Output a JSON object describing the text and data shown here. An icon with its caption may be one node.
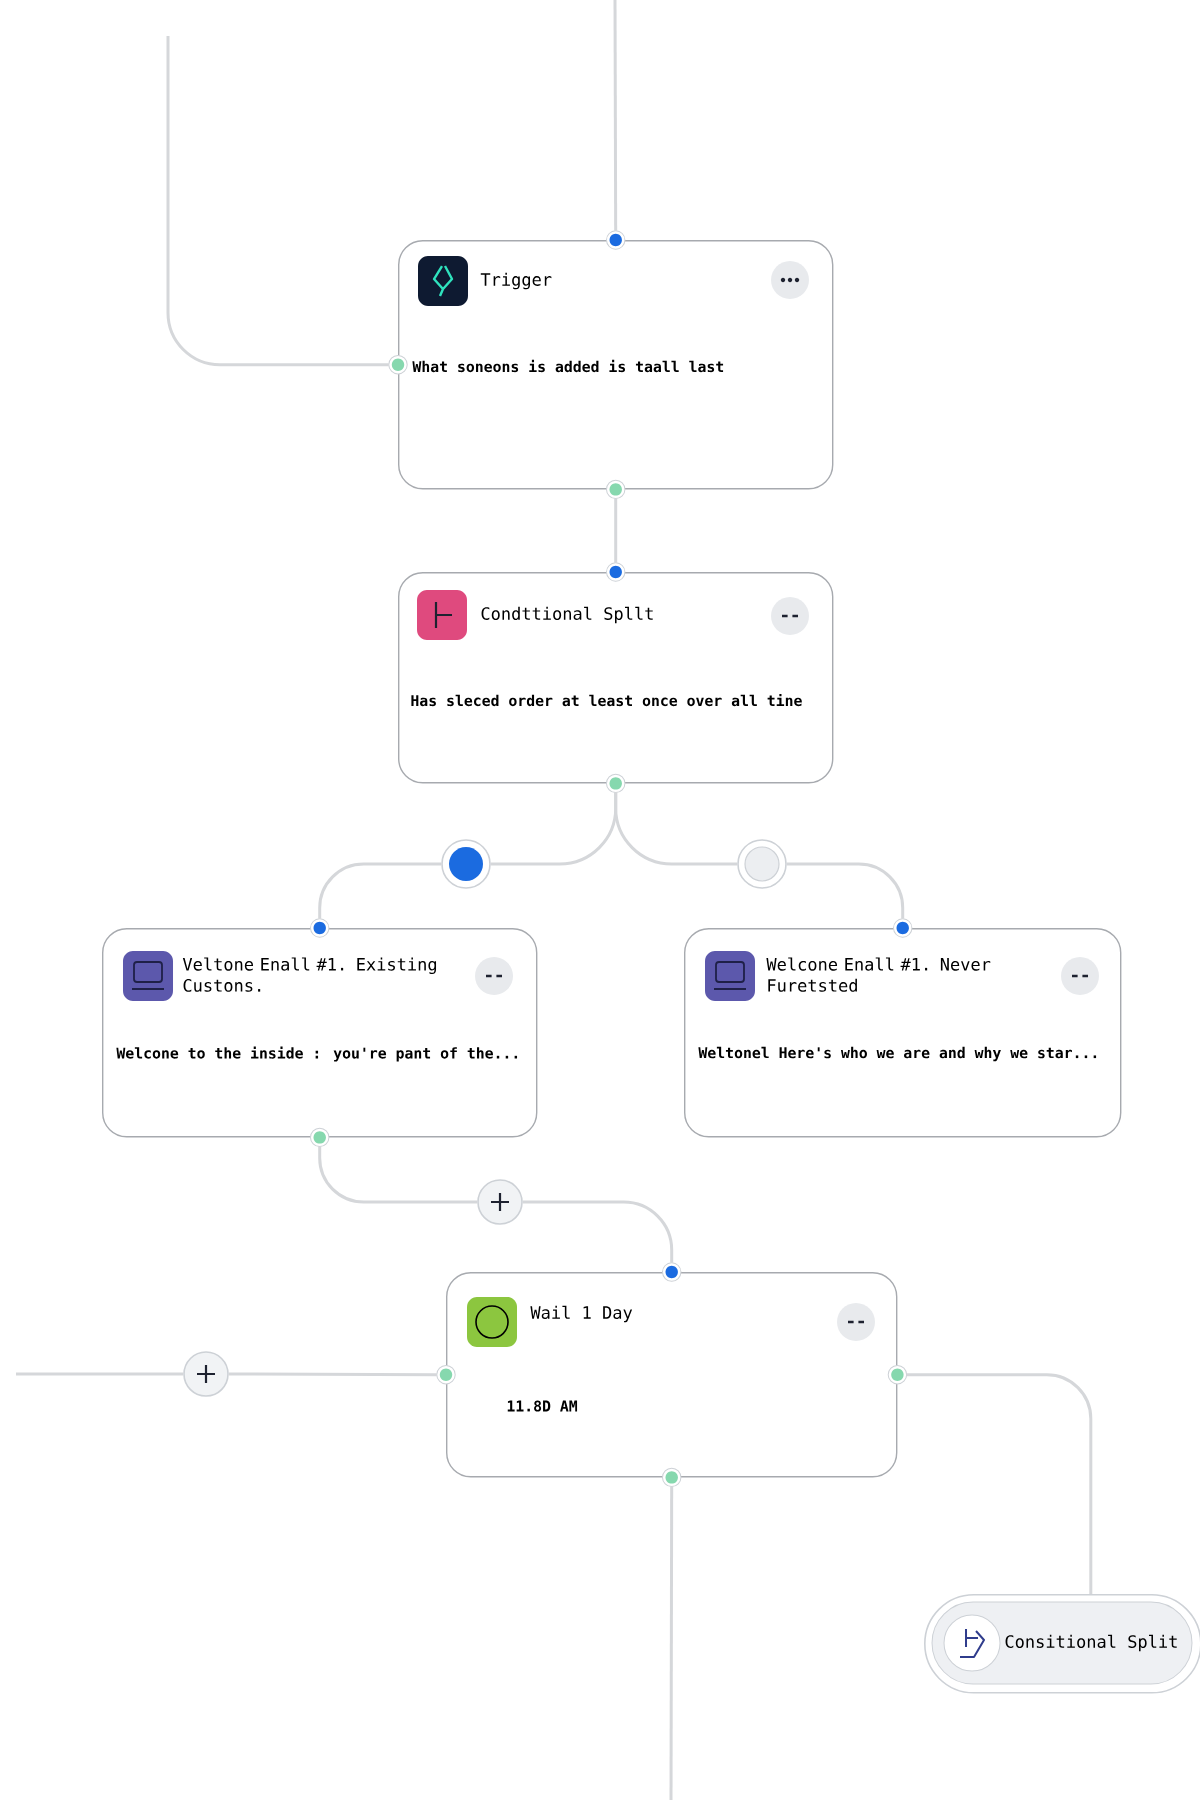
{
  "diagram": {
    "nodes": [
      {
        "text": [
          "Trigger",
          "What soneons is added is taall last"
        ]
      },
      {
        "text": [
          "Condttional Spllt",
          "Has sleced order at least once over all tine"
        ]
      },
      {
        "text": [],
        "shape": "circle"
      },
      {
        "text": [],
        "shape": "circle"
      },
      {
        "text": [
          "Veltone Enall #1. Existing Custons.",
          "Welcone to the inside : you're pant of the..."
        ]
      },
      {
        "text": [
          "Welcone Enall #1. Never Furetsted",
          "Weltonel Here's who we are and why we star..."
        ]
      },
      {
        "text": [],
        "shape": "circle"
      },
      {
        "text": [
          "Wail 1 Day",
          "11.8D AM"
        ]
      },
      {
        "text": [],
        "shape": "circle"
      },
      {
        "text": [
          "Consitional Split"
        ]
      }
    ],
    "edges": [
      {
        "from": null,
        "to": 0,
        "arrow": "none"
      },
      {
        "from": null,
        "to": 0,
        "arrow": "none"
      },
      {
        "from": 0,
        "to": 1,
        "arrow": "none"
      },
      {
        "from": 1,
        "to": 2,
        "arrow": "none"
      },
      {
        "from": 2,
        "to": 4,
        "arrow": "none"
      },
      {
        "from": 1,
        "to": 3,
        "arrow": "none"
      },
      {
        "from": 3,
        "to": 5,
        "arrow": "none"
      },
      {
        "from": 4,
        "to": 6,
        "arrow": "none"
      },
      {
        "from": 6,
        "to": 7,
        "arrow": "none"
      },
      {
        "from": null,
        "to": 8,
        "arrow": "none"
      },
      {
        "from": 8,
        "to": 7,
        "arrow": "none"
      },
      {
        "from": 7,
        "to": 9,
        "arrow": "none"
      },
      {
        "from": 7,
        "to": null,
        "arrow": "none"
      }
    ]
  }
}
